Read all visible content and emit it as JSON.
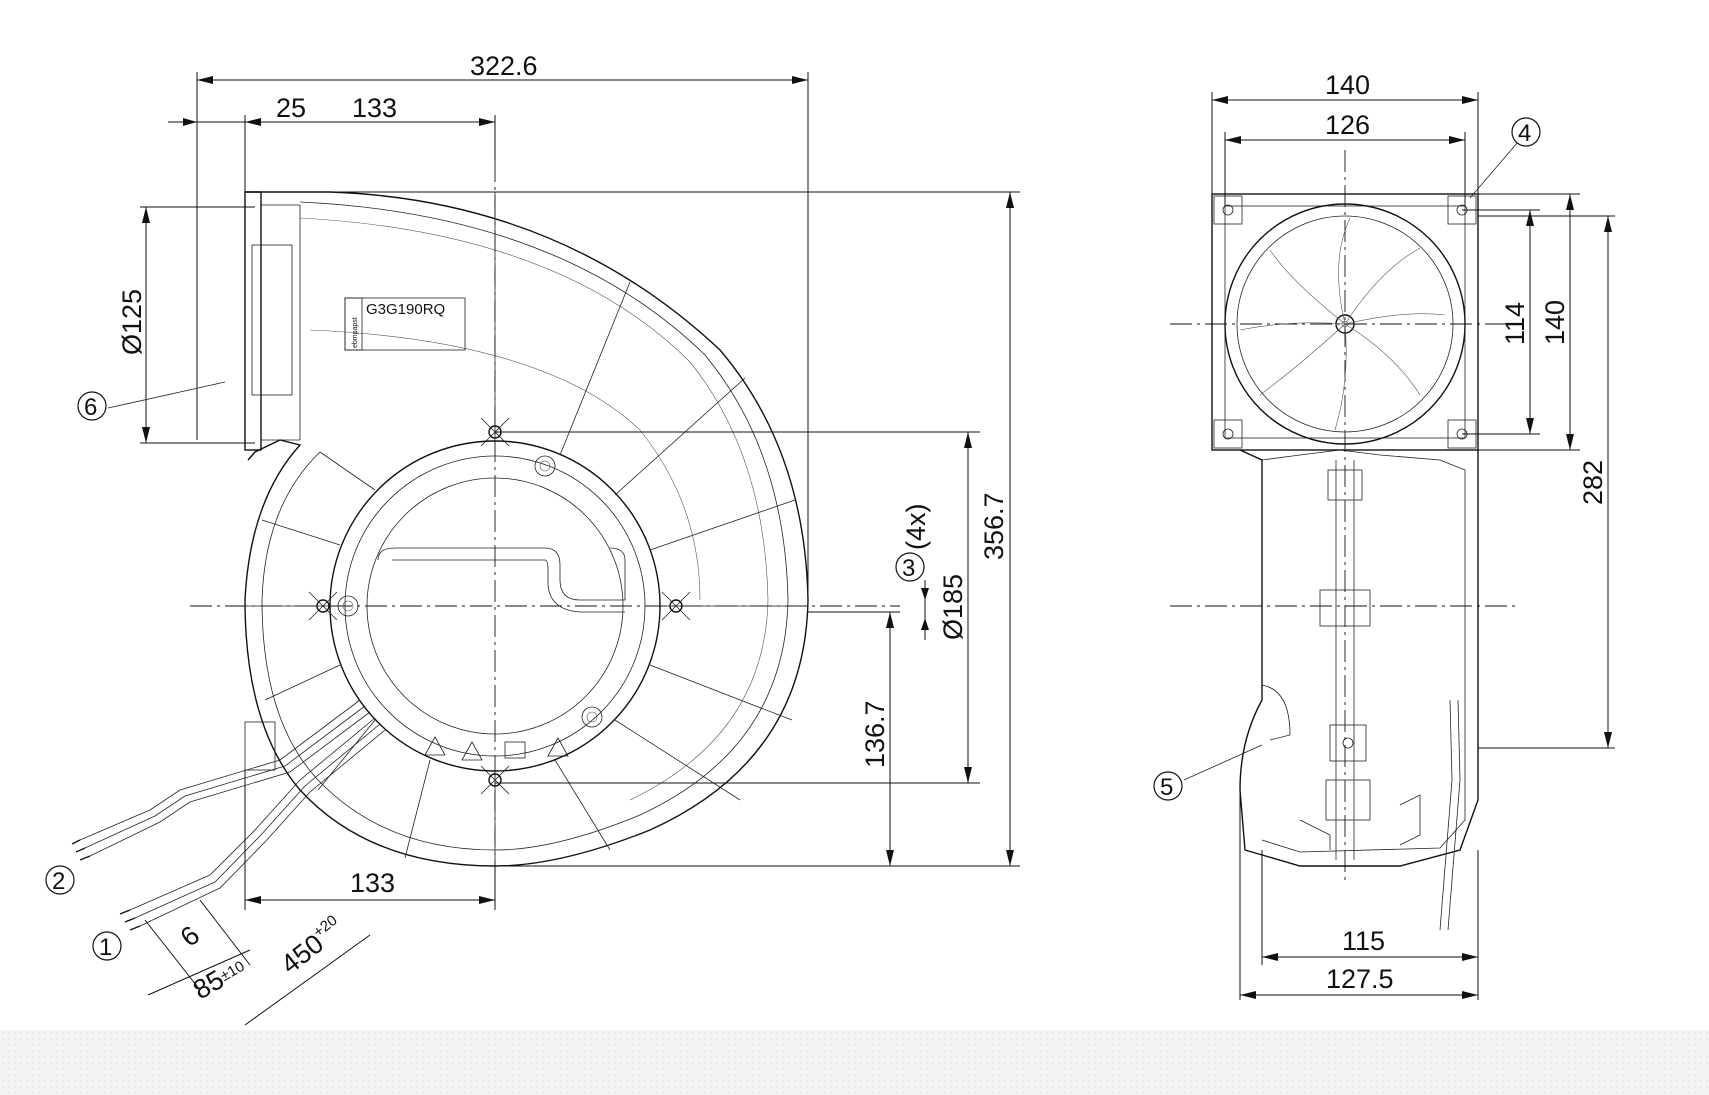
{
  "dimensions": {
    "overall_width": "322.6",
    "inlet_offset": "25",
    "inlet_to_center_top": "133",
    "inlet_to_center_bottom": "133",
    "overall_height": "356.7",
    "outlet_diameter": "Ø125",
    "housing_diameter": "Ø185",
    "center_to_bottom": "136.7",
    "holes_label": "(4x)",
    "side_width": "140",
    "side_flange_width": "126",
    "side_hole_pitch": "114",
    "side_flange_height": "140",
    "side_height": "282",
    "side_base_inner": "115",
    "side_base_outer": "127.5",
    "lead_strip": "6",
    "lead_length_short": "85",
    "lead_length_short_tol": "±10",
    "lead_length_long": "450",
    "lead_length_long_tol": "+20"
  },
  "balloons": {
    "b1": "1",
    "b2": "2",
    "b3": "3",
    "b4": "4",
    "b5": "5",
    "b6": "6"
  },
  "label": {
    "model": "G3G190RQ",
    "brand": "ebmpapst"
  }
}
